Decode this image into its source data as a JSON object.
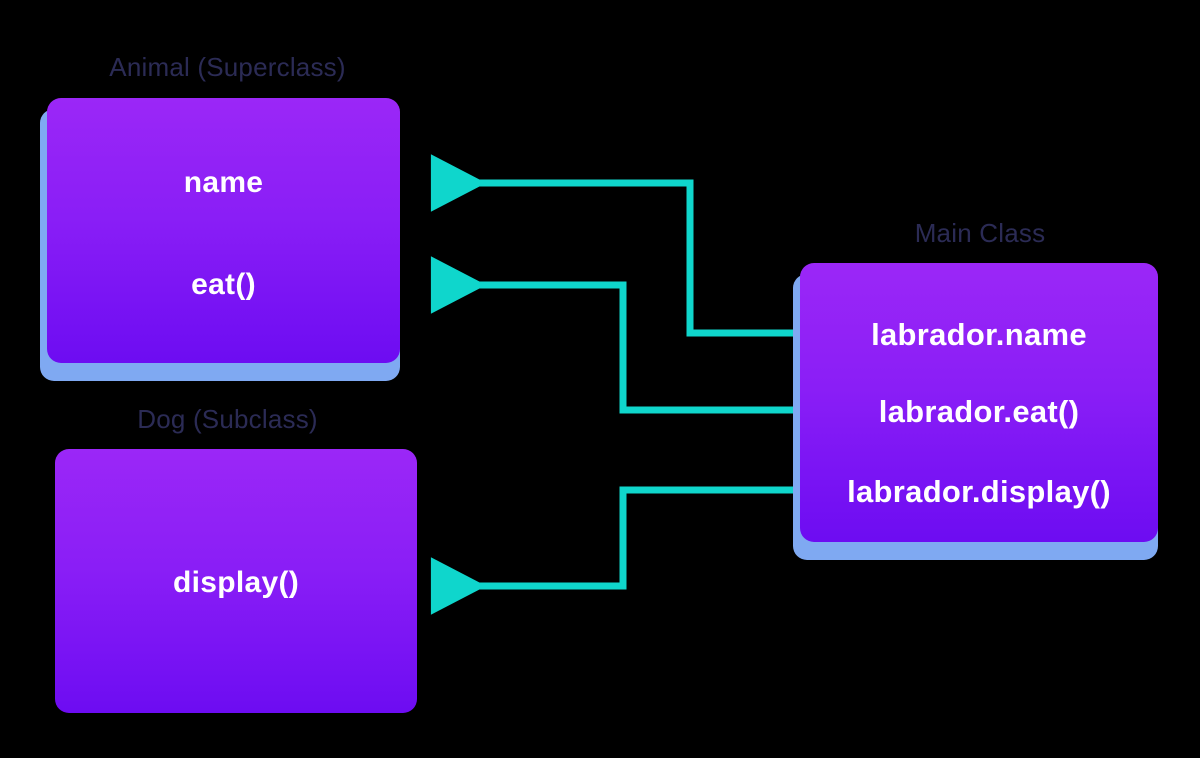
{
  "diagram": {
    "title": "Java Inheritance: Animal superclass, Dog subclass, Main class",
    "type": "uml-class-relationship",
    "background_color": "#000000",
    "colors": {
      "box_gradient_top": "#9b27f7",
      "box_gradient_bottom": "#6d0cf2",
      "box_shadow": "#7fa9f2",
      "connector": "#0fd6cc",
      "label_text": "#2b2b55",
      "entry_text": "#ffffff"
    },
    "nodes": [
      {
        "id": "animal",
        "label": "Animal (Superclass)",
        "entries": [
          "name",
          "eat()"
        ],
        "has_shadow": true
      },
      {
        "id": "dog",
        "label": "Dog (Subclass)",
        "entries": [
          "display()"
        ],
        "has_shadow": false
      },
      {
        "id": "main",
        "label": "Main Class",
        "entries": [
          "labrador.name",
          "labrador.eat()",
          "labrador.display()"
        ],
        "has_shadow": true
      }
    ],
    "connectors": [
      {
        "id": "conn-name",
        "from": "labrador.name",
        "to": "name",
        "direction": "left"
      },
      {
        "id": "conn-eat",
        "from": "labrador.eat()",
        "to": "eat()",
        "direction": "left"
      },
      {
        "id": "conn-display",
        "from": "labrador.display()",
        "to": "display()",
        "direction": "left"
      }
    ]
  }
}
